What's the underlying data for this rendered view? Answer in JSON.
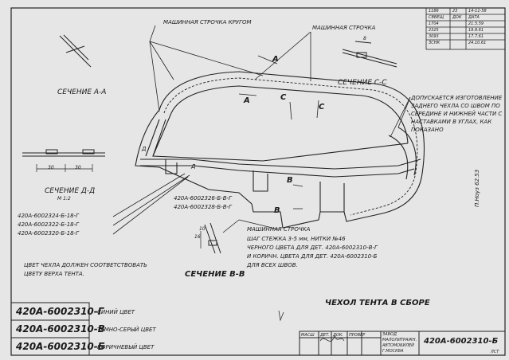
{
  "stitch_labels": {
    "around": "МАШИННАЯ СТРОЧКА КРУГОМ",
    "machine": "МАШИННАЯ СТРОЧКА"
  },
  "sections": {
    "aa": "СЕЧЕНИЕ А-А",
    "cc": "СЕЧЕНИЕ С-С",
    "dd": "СЕЧЕНИЕ Д-Д",
    "dd_scale": "М 1:2",
    "bb": "СЕЧЕНИЕ В-В"
  },
  "markers": {
    "a": "A",
    "c": "C",
    "b": "B",
    "d": "Д"
  },
  "dims": {
    "d30a": "30",
    "d30b": "30",
    "d16": "16",
    "d10": "10",
    "d8": "8"
  },
  "part_refs": [
    "420А-6002324-Б-18-Г",
    "420А-6002322-Б-18-Г",
    "420А-6002320-Б-18-Г"
  ],
  "overlay_refs": [
    "420А-6002326-Б-В-Г",
    "420А-6002328-Б-В-Г"
  ],
  "note_right": [
    "ДОПУСКАЕТСЯ ИЗГОТОВЛЕНИЕ",
    "ЗАДНЕГО ЧЕХЛА СО ШВОМ ПО",
    "СЕРЕДИНЕ И НИЖНЕЙ ЧАСТИ С",
    "НАСТАВКАМИ В УГЛАХ, КАК",
    "ПОКАЗАНО"
  ],
  "color_note": [
    "ЦВЕТ ЧЕХЛА ДОЛЖЕН СООТВЕТСТВОВАТЬ",
    "ЦВЕТУ ВЕРХА ТЕНТА."
  ],
  "stitch_notes": [
    "ШАГ СТЕЖКА 3-5 мм, НИТКИ №46",
    "ЧЕРНОГО ЦВЕТА ДЛЯ ДЕТ. 420А-6002310-В-Г",
    "И КОРИЧН. ЦВЕТА ДЛЯ ДЕТ. 420А-6002310-Б",
    "ДЛЯ ВСЕХ ШВОВ."
  ],
  "title": "ЧЕХОЛ ТЕНТА В СБОРЕ",
  "variants": [
    {
      "code": "420А-6002310-Г",
      "color": "СИНИЙ ЦВЕТ"
    },
    {
      "code": "420А-6002310-В",
      "color": "ТЕМНО-СЕРЫЙ ЦВЕТ"
    },
    {
      "code": "420А-6002310-Б",
      "color": "КОРИЧНЕВЫЙ ЦВЕТ"
    }
  ],
  "title_block": {
    "h": [
      "МАСШ",
      "ДЕТ.",
      "ДОК.",
      "ПРОВЕР"
    ],
    "org": [
      "ЗАВОД",
      "МАЛОЛИТРАЖН.",
      "АВТОМОБИЛЕЙ",
      "Г.МОСКВА"
    ],
    "drawing_no": "420А-6002310-Б",
    "sheet": "ЛСТ"
  },
  "revision_table": [
    [
      "1186",
      "23",
      "14-11-58"
    ],
    [
      "СВВЕЩ",
      "ДОК",
      "ДАТА"
    ],
    [
      "1704",
      "",
      "21.5.59"
    ],
    [
      "2325",
      "",
      "19.8.61"
    ],
    [
      "3093",
      "",
      "17.7.61"
    ],
    [
      "ЗСНК",
      "",
      "24.10.61"
    ]
  ],
  "side_signature": "П.Ноуз 62.53"
}
